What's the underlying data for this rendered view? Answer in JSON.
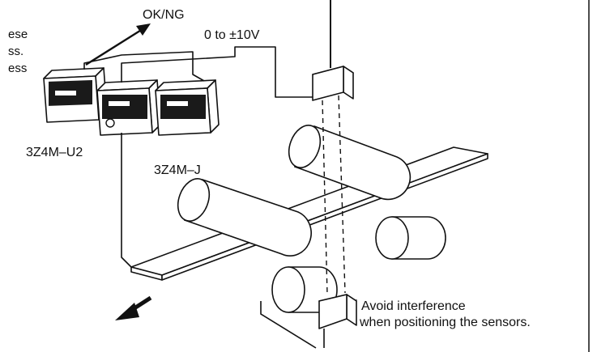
{
  "labels": {
    "left_text_line1": "ese",
    "left_text_line2": "ss.",
    "left_text_line3": "ess",
    "output_signal": "OK/NG",
    "voltage_range": "0 to ±10V",
    "controller_u2": "3Z4M–U2",
    "controller_j": "3Z4M–J",
    "note_line1": "Avoid interference",
    "note_line2": "when positioning the sensors."
  },
  "colors": {
    "ink": "#111111",
    "paper": "#ffffff",
    "panel": "#1a1a1a"
  }
}
